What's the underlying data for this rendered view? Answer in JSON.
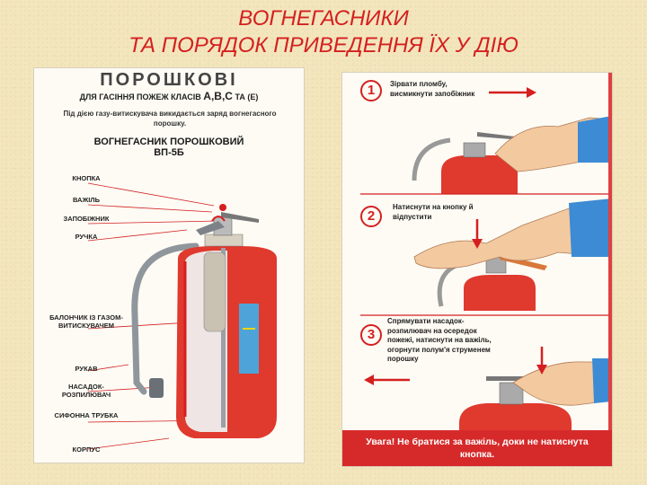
{
  "title": {
    "line1": "ВОГНЕГАСНИКИ",
    "line2": "ТА ПОРЯДОК ПРИВЕДЕННЯ ЇХ У ДІЮ"
  },
  "left_poster": {
    "heading": "ПОРОШКОВІ",
    "classes_prefix": "ДЛЯ ГАСІННЯ ПОЖЕЖ КЛАСІВ",
    "classes_big": "А,В,С",
    "classes_suffix": "ТА (Е)",
    "note": "Під дією газу-витискувача викидається заряд вогнегасного порошку.",
    "model_line1": "ВОГНЕГАСНИК ПОРОШКОВИЙ",
    "model_line2": "ВП-5Б",
    "callouts": {
      "button": "КНОПКА",
      "lever": "ВАЖІЛЬ",
      "safety": "ЗАПОБІЖНИК",
      "handle": "РУЧКА",
      "cartridge": "БАЛОНЧИК ІЗ ГАЗОМ-ВИТИСКУВАЧЕМ",
      "hose": "РУКАВ",
      "nozzle": "НАСАДОК-РОЗПИЛЮВАЧ",
      "siphon": "СИФОННА ТРУБКА",
      "body": "КОРПУС"
    }
  },
  "right_poster": {
    "steps": [
      {
        "num": "1",
        "text": "Зірвати пломбу, висмикнути запобіжник"
      },
      {
        "num": "2",
        "text": "Натиснути на кнопку й відпустити"
      },
      {
        "num": "3",
        "text": "Спрямувати насадок-розпилювач на осередок пожежі, натиснути на важіль, огорнути полум'я струменем порошку"
      }
    ],
    "warning": "Увага! Не братися за важіль, доки не натиснута кнопка."
  },
  "colors": {
    "title_red": "#d42020",
    "extinguisher_red": "#e0392e",
    "warning_bg": "#d62a2a",
    "background": "#f3e6bd"
  }
}
